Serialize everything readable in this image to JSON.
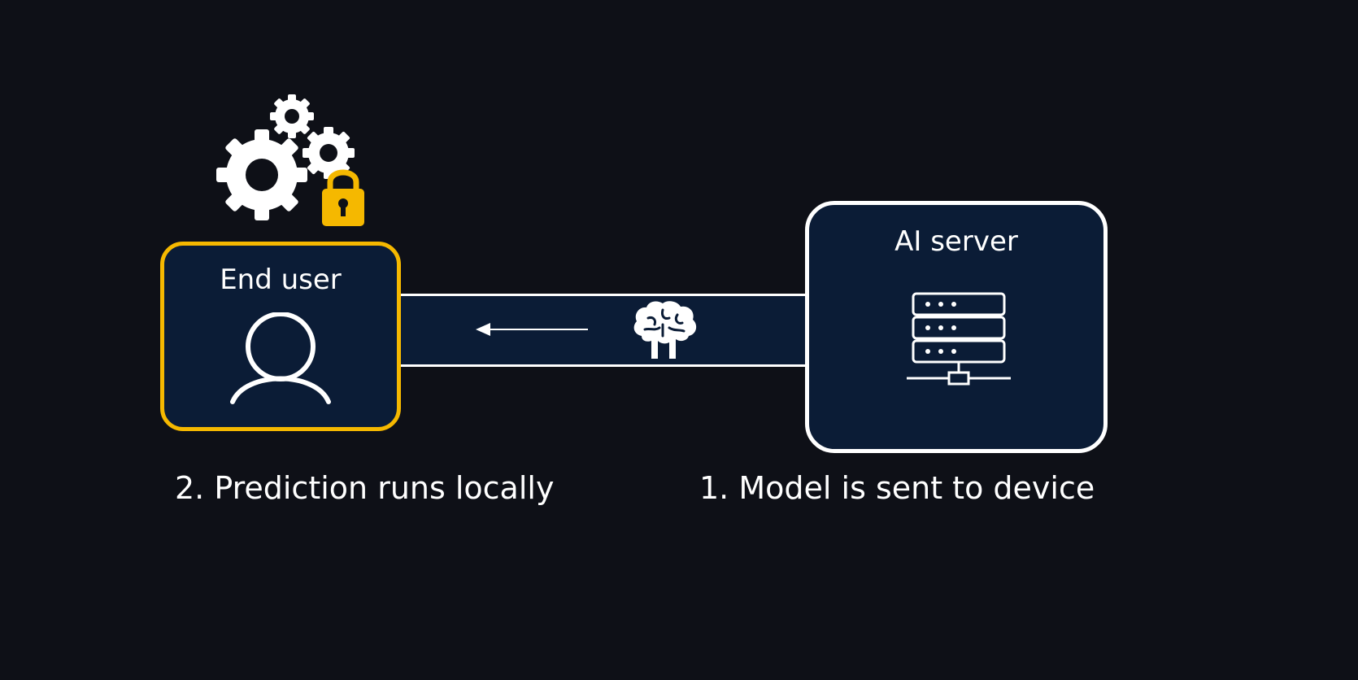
{
  "end_user": {
    "title": "End user",
    "icon": "person-icon",
    "accent_color": "#f5b800"
  },
  "ai_server": {
    "title": "AI server",
    "icon": "server-icon"
  },
  "transfer": {
    "icon": "brain-icon",
    "direction": "server-to-user"
  },
  "decorations": {
    "gears": "gears-icon",
    "lock": "lock-icon"
  },
  "steps": {
    "step_local": "2. Prediction runs locally",
    "step_send": "1. Model is sent to device"
  },
  "colors": {
    "background": "#0e1017",
    "box_fill": "#0b1c36",
    "lock": "#f5b800"
  }
}
